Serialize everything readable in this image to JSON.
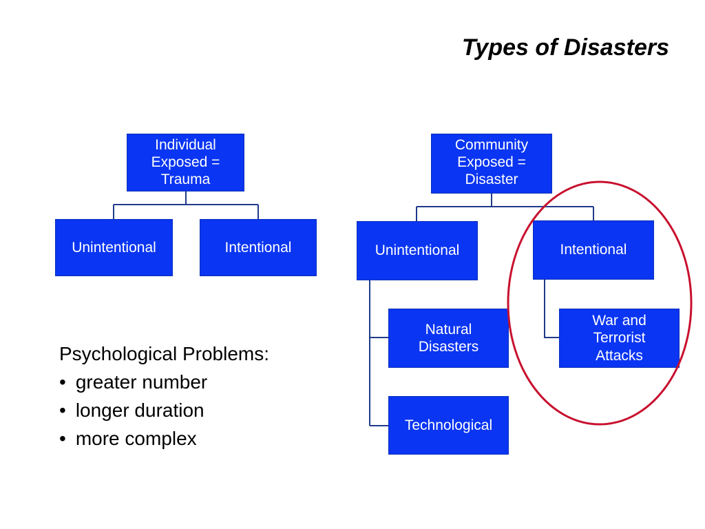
{
  "title": "Types of Disasters",
  "left_tree": {
    "root": "Individual\nExposed =\nTrauma",
    "children": [
      "Unintentional",
      "Intentional"
    ]
  },
  "right_tree": {
    "root": "Community\nExposed =\nDisaster",
    "children": [
      "Unintentional",
      "Intentional"
    ],
    "unintentional_subtypes": [
      "Natural\nDisasters",
      "Technological"
    ],
    "intentional_subtypes": [
      "War and\nTerrorist\nAttacks"
    ]
  },
  "problems": {
    "heading": "Psychological Problems:",
    "items": [
      "greater number",
      "longer duration",
      "more complex"
    ]
  },
  "colors": {
    "box_fill": "#0a35f2",
    "connector": "#1f3a8a",
    "highlight_ellipse": "#c8102e"
  }
}
